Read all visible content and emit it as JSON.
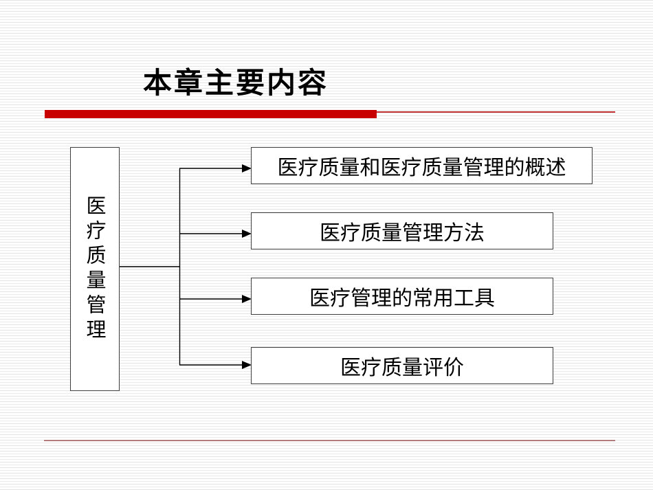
{
  "slide": {
    "title": "本章主要内容",
    "accent": {
      "bar_color": "#c80000",
      "top_rule_color": "#c03030",
      "bottom_rule_color": "#b27c7c"
    },
    "diagram": {
      "root_label": "医疗质量管理",
      "branches": [
        {
          "label": "医疗质量和医疗质量管理的概述"
        },
        {
          "label": "医疗质量管理方法"
        },
        {
          "label": "医疗管理的常用工具"
        },
        {
          "label": "医疗质量评价"
        }
      ]
    }
  }
}
